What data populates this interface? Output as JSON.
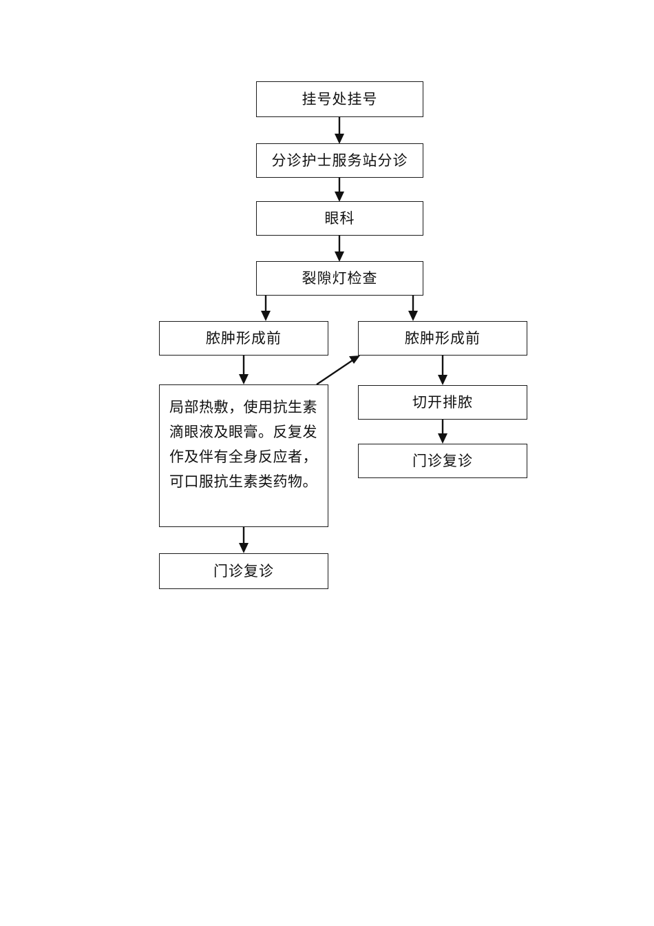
{
  "document": {
    "type": "flowchart",
    "language": "zh-CN",
    "background_color": "#ffffff",
    "line_color": "#111111",
    "text_color": "#111111"
  },
  "nodes": {
    "registration": {
      "label": "挂号处挂号"
    },
    "triage": {
      "label": "分诊护士服务站分诊"
    },
    "department": {
      "label": "眼科"
    },
    "slit_lamp": {
      "label": "裂隙灯检查"
    },
    "branch_left": {
      "label": "脓肿形成前"
    },
    "branch_right": {
      "label": "脓肿形成前"
    },
    "treatment": {
      "label": "局部热敷，使用抗生素滴眼液及眼膏。反复发作及伴有全身反应者，可口服抗生素类药物。"
    },
    "followup_left": {
      "label": "门诊复诊"
    },
    "incision": {
      "label": "切开排脓"
    },
    "followup_right": {
      "label": "门诊复诊"
    }
  },
  "edges": [
    {
      "name": "registration-to-triage",
      "from": "registration",
      "to": "triage",
      "style": "straight-arrow"
    },
    {
      "name": "triage-to-department",
      "from": "triage",
      "to": "department",
      "style": "straight-arrow"
    },
    {
      "name": "department-to-slit-lamp",
      "from": "department",
      "to": "slit_lamp",
      "style": "straight-arrow"
    },
    {
      "name": "slit-lamp-to-branch-left",
      "from": "slit_lamp",
      "to": "branch_left",
      "style": "straight-arrow"
    },
    {
      "name": "slit-lamp-to-branch-right",
      "from": "slit_lamp",
      "to": "branch_right",
      "style": "straight-arrow"
    },
    {
      "name": "branch-left-to-treatment",
      "from": "branch_left",
      "to": "treatment",
      "style": "straight-arrow"
    },
    {
      "name": "treatment-to-branch-right",
      "from": "treatment",
      "to": "branch_right",
      "style": "diagonal-arrow"
    },
    {
      "name": "treatment-to-followup-left",
      "from": "treatment",
      "to": "followup_left",
      "style": "straight-arrow"
    },
    {
      "name": "branch-right-to-incision",
      "from": "branch_right",
      "to": "incision",
      "style": "straight-arrow"
    },
    {
      "name": "incision-to-followup-right",
      "from": "incision",
      "to": "followup_right",
      "style": "straight-arrow"
    }
  ]
}
